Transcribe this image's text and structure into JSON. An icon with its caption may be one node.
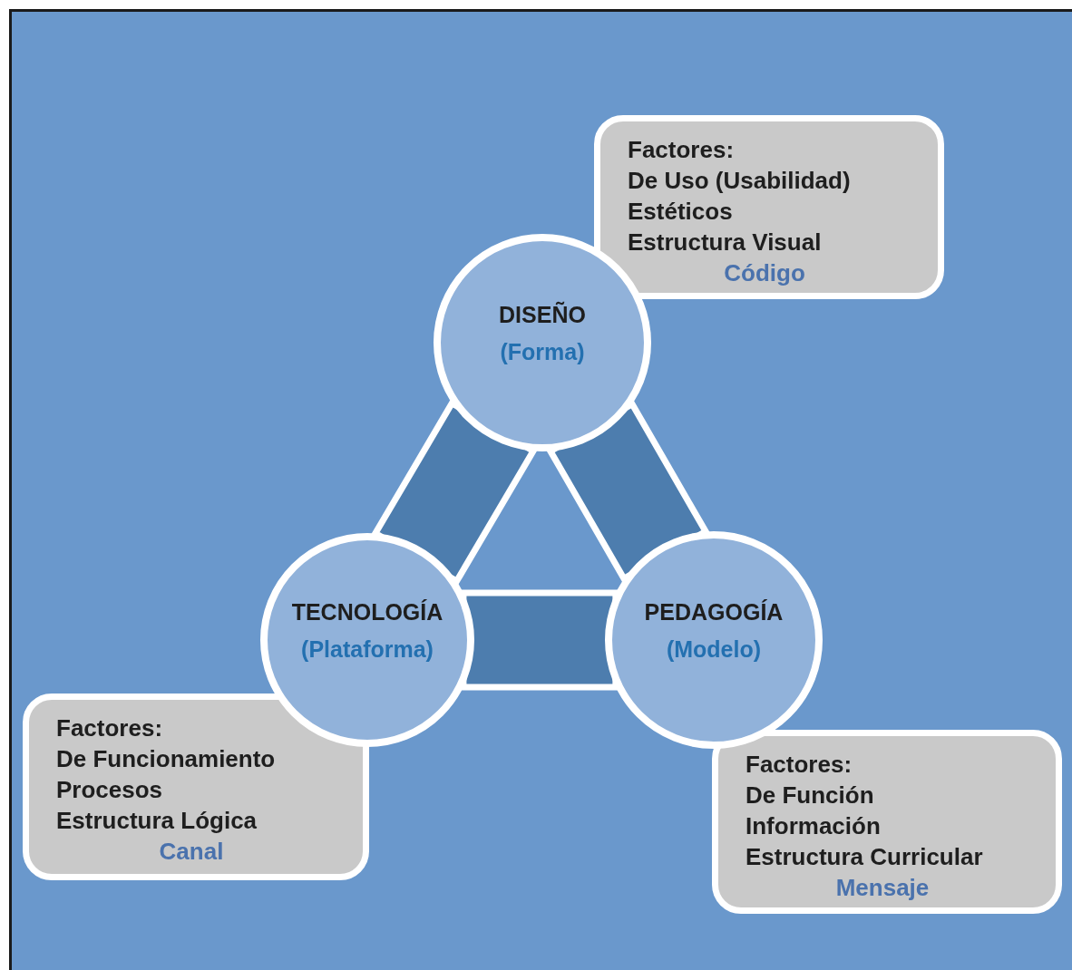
{
  "diagram": {
    "nodes": [
      {
        "text": [
          "Factores:",
          "De Uso (Usabilidad)",
          "Estéticos",
          "Estructura Visual",
          "Código"
        ]
      },
      {
        "text": [
          "DISEÑO",
          "(Forma)"
        ]
      },
      {
        "text": [
          "TECNOLOGÍA",
          "(Plataforma)"
        ]
      },
      {
        "text": [
          "PEDAGOGÍA",
          "(Modelo)"
        ]
      },
      {
        "text": [
          "Factores:",
          "De Funcionamiento",
          "Procesos",
          "Estructura Lógica",
          "Canal"
        ]
      },
      {
        "text": [
          "Factores:",
          "De Función",
          "Información",
          "Estructura Curricular",
          "Mensaje"
        ]
      }
    ],
    "edges": [
      {
        "from": 1,
        "to": 2,
        "arrow": "none",
        "style": "thick"
      },
      {
        "from": 1,
        "to": 3,
        "arrow": "none",
        "style": "thick"
      },
      {
        "from": 2,
        "to": 3,
        "arrow": "none",
        "style": "thick"
      }
    ]
  }
}
